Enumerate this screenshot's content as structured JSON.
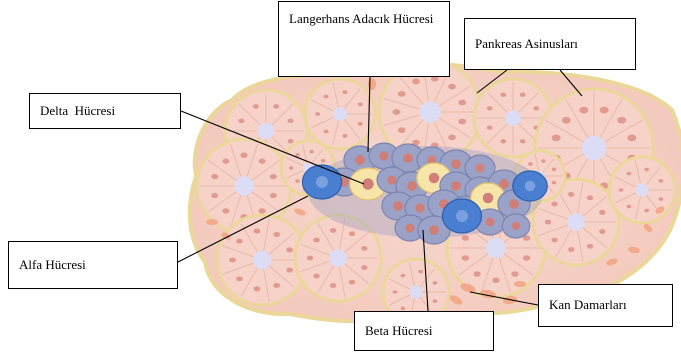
{
  "labels": {
    "langerhans": "Langerhans Adacık Hücresi",
    "pankreas": "Pankreas Asinusları",
    "delta": "Delta  Hücresi",
    "alfa": "Alfa Hücresi",
    "beta": "Beta Hücresi",
    "kan": "Kan Damarları"
  },
  "colors": {
    "acinus_fill": "#f6d2c8",
    "acinus_border": "#ecd79a",
    "cell_nucleus": "#e09a90",
    "lumen": "#dcdcf4",
    "islet_cell": "#9aa2c8",
    "alfa_cell": "#4a7ed0",
    "delta_cell": "#f6e4a8",
    "blood_cell": "#f4a98a"
  }
}
